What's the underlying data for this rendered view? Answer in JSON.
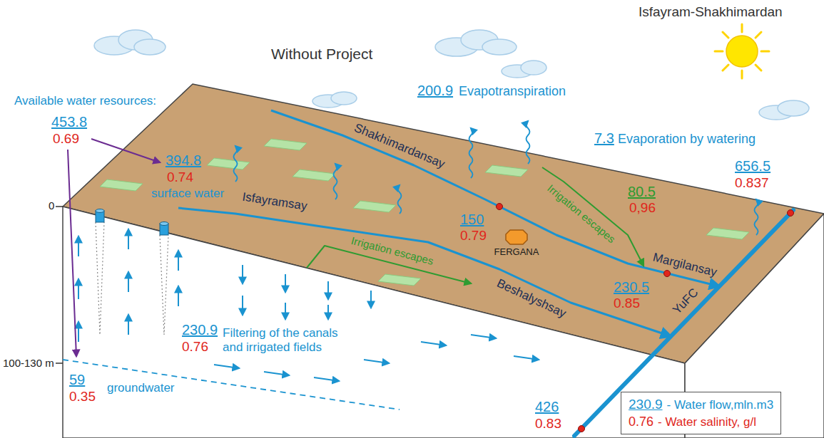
{
  "diagram": {
    "title": "Without Project",
    "nodes": [
      {
        "text": [
          "FERGANA"
        ]
      }
    ],
    "labels": [
      "Isfayram-Shakhimardan",
      "Available water resources:",
      "453.8",
      "0.69",
      "394.8",
      "0.74",
      "surface water",
      "200.9",
      "Evapotranspiration",
      "7.3",
      "Evaporation by watering",
      "80.5",
      "0,96",
      "Irrigation escapes",
      "150",
      "0.79",
      "656.5",
      "0.837",
      "Isfayramsay",
      "Shakhimardansay",
      "Margilansay",
      "Beshalyshsay",
      "YuFC",
      "Irrigation escapes",
      "230.5",
      "0.85",
      "0",
      "100-130 m",
      "59",
      "0.35",
      "groundwater",
      "230.9",
      "0.76",
      "Filtering of the canals and irrigated fields",
      "426",
      "0.83",
      "230.9",
      "0.76"
    ],
    "legend": [
      {
        "text": "- Water flow,mln.m3",
        "color": "#1a93d0"
      },
      {
        "text": "- Water salinity, g/l",
        "color": "#e0261c"
      }
    ]
  }
}
